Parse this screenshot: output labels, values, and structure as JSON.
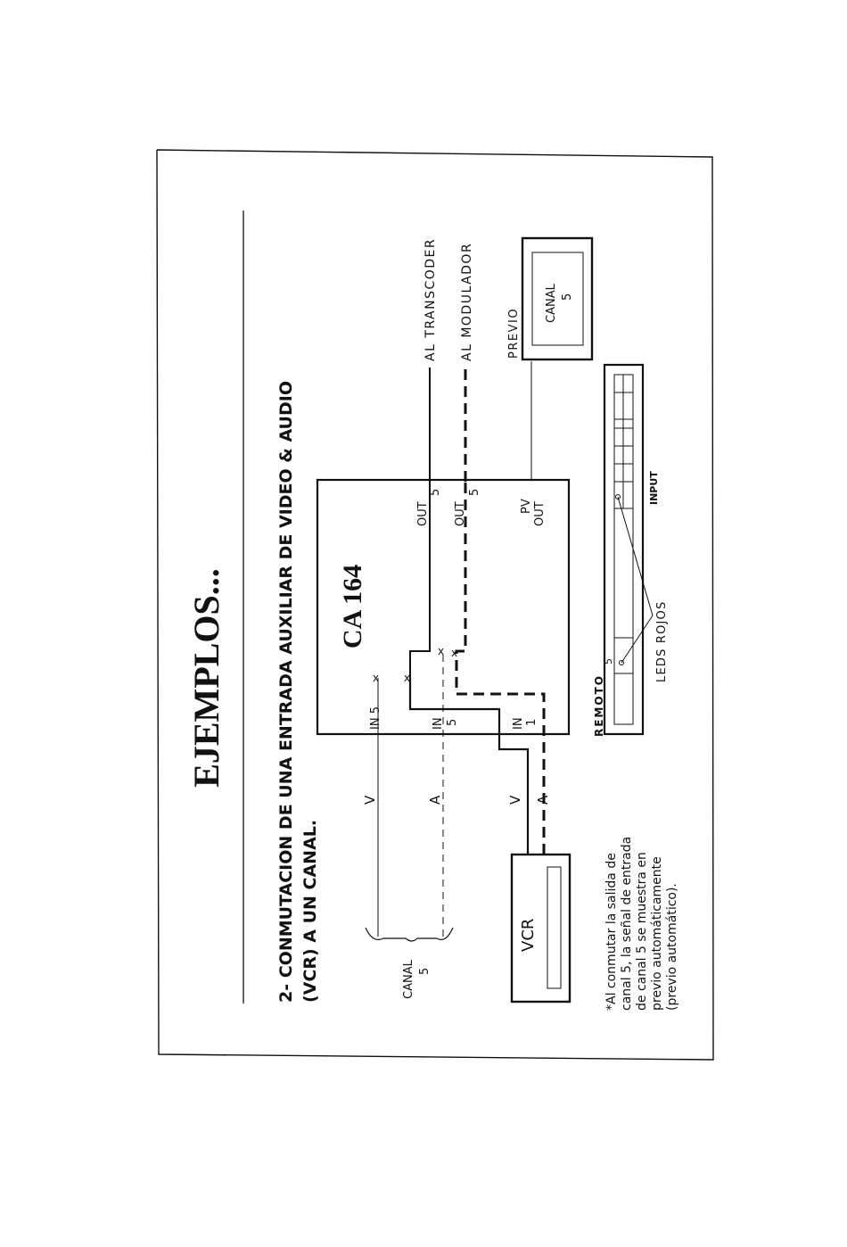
{
  "title": "EJEMPLOS...",
  "subtitle": {
    "line1": "2- CONMUTACION DE UNA ENTRADA AUXILIAR DE VIDEO & AUDIO",
    "line2": "(VCR) A UN CANAL."
  },
  "device": {
    "name": "CA 164",
    "inputs": [
      {
        "label": "IN 5"
      },
      {
        "label_top": "IN",
        "label_num": "5"
      },
      {
        "label_top": "IN",
        "label_num": "1"
      }
    ],
    "outputs": [
      {
        "label_top": "OUT",
        "label_num": "5"
      },
      {
        "label_top": "OUT",
        "label_num": "5"
      }
    ],
    "pv_out": {
      "label_top": "PV",
      "label_bottom": "OUT"
    }
  },
  "destinations": {
    "transcoder": "AL TRANSCODER",
    "modulador": "AL MODULADOR"
  },
  "previo": {
    "label": "PREVIO",
    "screen_line1": "CANAL",
    "screen_line2": "5"
  },
  "source": {
    "canal_label": "CANAL",
    "canal_num": "5",
    "vcr_label": "VCR",
    "signal_v": "V",
    "signal_a": "A"
  },
  "remote": {
    "label": "REMOTO",
    "num": "5",
    "leds_label": "LEDS ROJOS",
    "input_label": "INPUT"
  },
  "note": {
    "lines": [
      "*Al conmutar la salida de",
      "canal 5, la señal de entrada",
      "de canal 5 se muestra en",
      "previo automáticamente",
      "(previo automático)."
    ]
  },
  "colors": {
    "ink": "#111111",
    "paper": "#ffffff",
    "faint": "#555555"
  }
}
